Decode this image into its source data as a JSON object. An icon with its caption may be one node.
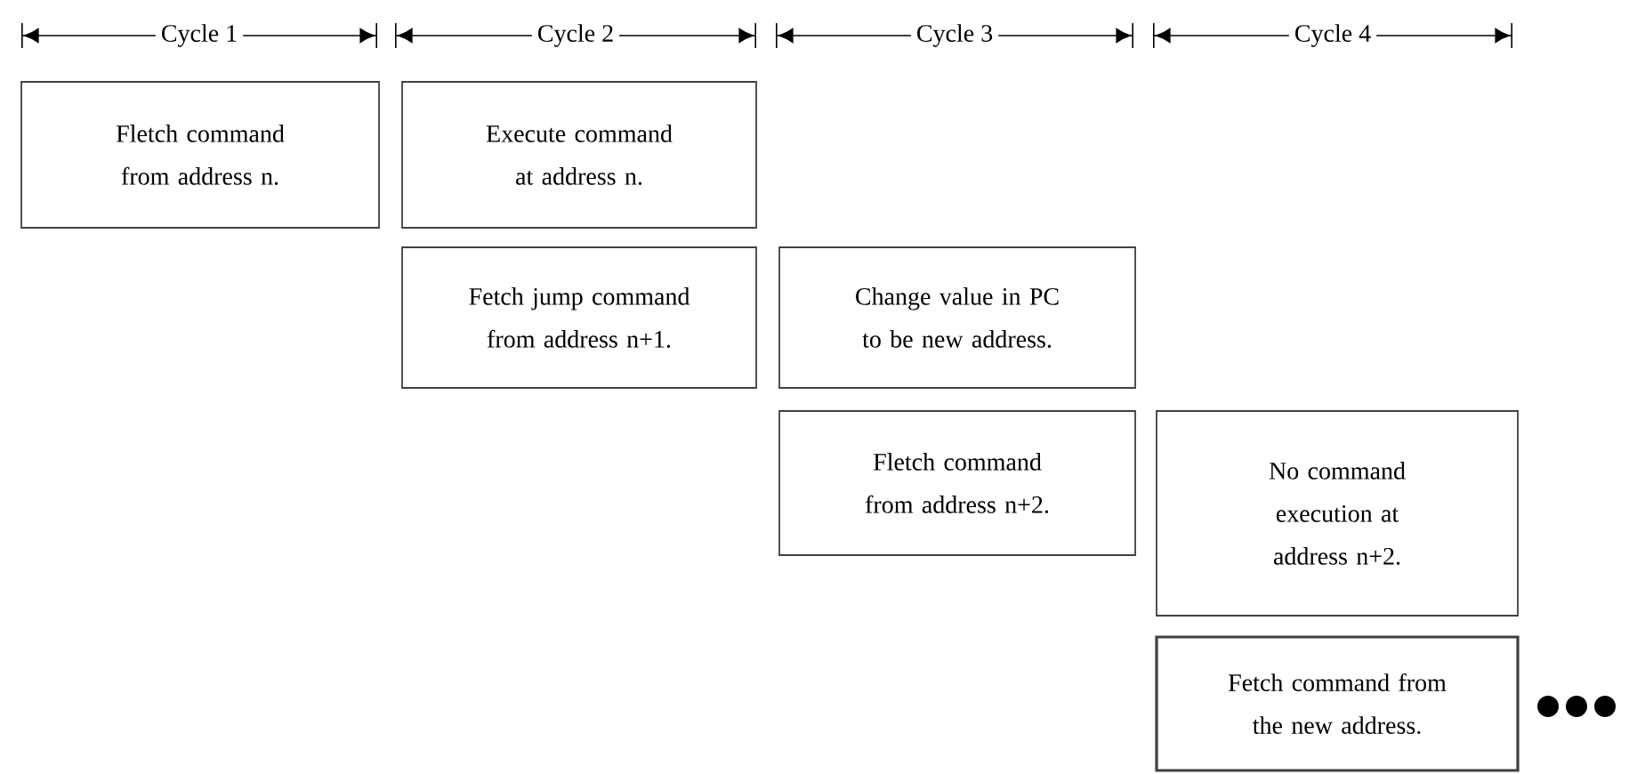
{
  "diagram": {
    "nodes": [
      {
        "text": [
          "Fletch command from address n."
        ]
      },
      {
        "text": [
          "Execute command at address n."
        ]
      },
      {
        "text": [
          "Fetch jump command from address n+1."
        ]
      },
      {
        "text": [
          "Change value in PC to be new address."
        ]
      },
      {
        "text": [
          "Fletch command from address n+2."
        ]
      },
      {
        "text": [
          "No command execution at address n+2."
        ]
      },
      {
        "text": [
          "Fetch command from the new address."
        ]
      }
    ],
    "edges": [],
    "labels": [
      "Cycle 1",
      "Cycle 2",
      "Cycle 3",
      "Cycle 4"
    ]
  }
}
